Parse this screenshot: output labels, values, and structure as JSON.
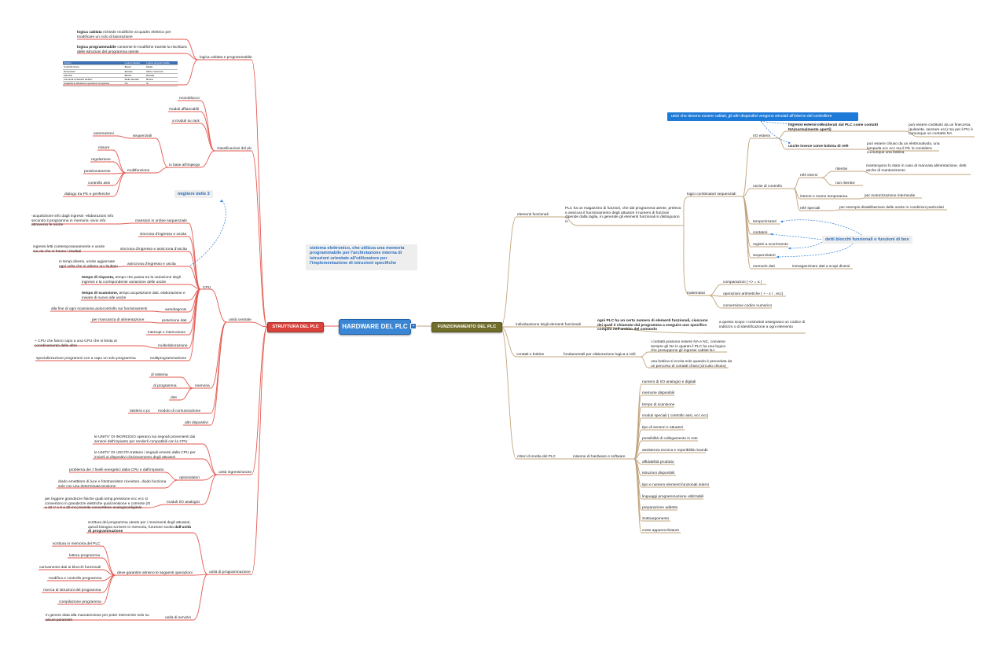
{
  "center": {
    "title": "HARDWARE DEL PLC",
    "toggle": "+"
  },
  "left_branch": {
    "title": "STRUTTURA DEL PLC",
    "logica": {
      "title": "logica cablata e programmabile",
      "cablata_bold": "logica cablata",
      "cablata_rest": " richiede modifiche al quadro elettrico per modificare un ciclo di lavorazione",
      "prog_bold": "logica programmabile",
      "prog_rest": " consente le modifiche tramite la riscrittura delle istruzioni del programma utente",
      "table": [
        [
          "Criterio",
          "Logica cablata",
          "Logica programmabile"
        ],
        [
          "Costo/funzione",
          "Basso",
          "Medio"
        ],
        [
          "Dimensioni",
          "Elevate",
          "Molto contenute"
        ],
        [
          "Velocità",
          "Bassa",
          "Elevata"
        ],
        [
          "Immunità ai disturbi elettrici",
          "Molto elevata",
          "Buona"
        ],
        [
          "Capacità di effettuare operazioni complesse",
          "No",
          "Sì"
        ]
      ]
    },
    "classificazioni": {
      "title": "classificazioni del plc",
      "monoblocco": "monoblocco",
      "affiancabili": "moduli affiancabili",
      "rack": "a moduli su rack",
      "impiego": "in base all'impiego",
      "sequenziali": "sequenziali",
      "automazioni": "automazioni",
      "multifunzione": "multifunzione",
      "misure": "misure",
      "regolazione": "regolazione",
      "posizionamento": "posizionamento",
      "controllo_assi": "controllo assi",
      "dialogo": "dialogo tra Plc e periferiche"
    },
    "migliore": "migliore delle 3",
    "unita_centrale": {
      "title": "unità centrale",
      "cpu": "CPU",
      "mansioni": "mansioni in ordine sequenziale",
      "mansioni_txt": "-acquisizione info dagli ingressi -elaborazioni info secondo il programma in memoria -invio info attraverso le uscite",
      "sincrona": "sincrona d'ingresso e uscita",
      "sincrona_asincrona": "sincrona d'ingresso e asincrona d'uscita",
      "sa_txt": "ingressi letti contemporaneamente e uscite via via che si hanno i risultati",
      "asincrona": "asincrona d'ingresso e uscita",
      "asinc_txt": "in tempi diversi, uscite aggiornate ogni volta che si ottiene un risultato",
      "risposta_bold": "tempo di risposta,",
      "risposta_rest": " tempo che passa tra la variazione degli ingressi e la corrispondente variazione delle uscite",
      "scansione_bold": "tempo di scansione,",
      "scansione_rest": " tempo acquisizione dati, elaborazione e inviare di nuovo alle uscite",
      "autodiagnosi": "autodiagnosi",
      "autodiagnosi_txt": "alla fine di ogni scansione,autocontrollo sui funzionamenti",
      "protezione": "protezione dati",
      "protezione_txt": "per mancanza di alimentazione",
      "interrupt": "interrupt o interruzione",
      "multielab": "multielaborazione",
      "multielab_txt": "+ CPU che fanno capo a una CPU che si limita al coordinamento delle altre",
      "multiprog": "multiprogrammazione",
      "multiprog_txt": "specializzazione programmi con a capo un solo programma",
      "memoria": "memoria",
      "di_sistema": "di sistema",
      "di_programma": "di programma",
      "dati": "dati",
      "comunicazione": "modulo di comunicazione",
      "tastiera": "tastiera o pc",
      "altri": "altri dispositivi"
    },
    "io": {
      "title": "unità ingressi/uscite",
      "ingresso_txt": "le UNITA' DI INGRESSO operano sui segnali provenienti dai sensori dell'impianto per renderli compatibili con la CPU",
      "uscita_txt": "le UNITA' DI USCITA trattano i segnali emessi dalla CPU per inviarli ai dispositivi d'azionamento degli attuatori",
      "optoisolatori": "optoisolatori",
      "problema_txt": "problema dei ≠ livelli energetici dalla CPU e dall'impianto",
      "diodo_txt": "diodo emettitore di luce e fototransistor ricevitore, diodo funziona solo con una determinata tensione",
      "analogici": "moduli I/O analogici",
      "analogici_txt": "per leggere grandezze fisiche quali temp,pressione ecc ecc si convertono in grandezze elettriche quali tensione e corrente (/0 a 10 V e 0 a 20 mA) tramite convertitore analogico/digitale"
    },
    "programmazione": {
      "title": "unità di programmazione",
      "scrittura_txt": "scrittura del programma utente per i movimenti degli attuatori, quindi bisogna scrivere in memoria, funzione svolta ",
      "scrittura_bold": "dall'unità di programmazione",
      "operazioni": "deve garantire almeno le seguenti operazioni",
      "op1": "scrittura in memoria del PLC",
      "op2": "lettura programma",
      "op3": "caricamento dati ai blocchi funzionali",
      "op4": "modifica e controllo programma",
      "op5": "ricerca di istruzioni del programma",
      "op6": "compilazione programma",
      "servizio": "unità di servizio",
      "servizio_txt": "in genere data alla manutenzione per poter intervenire solo su alcuni parametri"
    }
  },
  "callout": "sistema elettronico, che utilizza una memoria programmabile per l'archiviazione interna di istruzioni orientate all'utilizzatore per l'implementazione di istruzioni specifiche",
  "right_branch": {
    "title": "FUNZIONAMENTO DEL PLC",
    "elementi": {
      "title": "elementi funzionali",
      "txt": "PLC ha un magazzino di funzioni, che dal programma utente, preleva e assicura il funzionamento degli attuatori il numero di funzioni dipende dalla taglia, in generale gli elementi funzionali si distinguono in",
      "logici": "logici combinatori sequenziali",
      "io_esterni": "I/O esterni",
      "ingressi_bold": "ingressi esterni considerati dal PLC come contatti NA(normalmente aperti)",
      "ingressi_txt": "può essere costituito da un finecorsa, (pulsante, sensore ecc) ma per il PIc è comunque un contatto NA",
      "uscite_bold": "uscite invece come bobina di relè",
      "uscite_txt": "può essere chiuso da un elettrovalvola, una lampada ecc ecc ma il Plc lo considera comunque una bobina",
      "blue_box": "unici che devono essere cablati, gli altri dispositivi vengono simulati all'interno del controllore",
      "uscite_controllo": "uscite di controllo",
      "rele_interni": "relè interni",
      "ritentivi": "ritentivi",
      "ritentivi_txt": "mantengono lo stato in caso di mancata alimentazione, detti anche di mantenimento",
      "non_ritentivi": "non ritentivi",
      "interne": "interne e memo temporanea",
      "interne_txt": "per motorizzazione intermedie",
      "speciali": "relè speciali",
      "speciali_txt": "per esempio disabilitazione delle uscite in condizioni particolari",
      "temporizzatori": "temporizzatori",
      "contatori": "contatori",
      "registri": "registri a scorrimento",
      "sequenziatori": "sequenziatori",
      "blocchi": "detti blocchi funzionali o funzioni di box",
      "memorie_dati": "memorie dati",
      "memorie_txt": "immagazzinare dati a scopi diversi",
      "matematici": "matematici",
      "confronto": "comparazioni ( <> = ≤ )",
      "aritmetiche": "operazioni aritmetiche ( + - x / , ecc)",
      "conversione": "conversione codice numerico"
    },
    "individuazione": {
      "title": "individuazione degli elementi funzionali",
      "bold": "ogni PLC ha un certo numero di elementi funzionali, ciascuno dei quali è chiamato dal programma a eseguire uno specifico compito nell'ambito del comando",
      "txt": "a questo scopo i costruttori assegnano un codice di indirizzo o di identificazione a ogni elemento"
    },
    "contatti": {
      "title": "contatti e bobine",
      "fondamentali": "fondamentali per elaborazione logica a relè",
      "contatti_txt": "i contatti possono essere NA e NC, conviene sempre gli NA in quanto il PLC ha una logica che presuppone gli ingressi cablati NA",
      "bobina_txt": "una bobina si eccita solo quando è preceduta da un percorso di contatti chiusi (circuito chiuso)"
    },
    "criteri": {
      "title": "criteri di scelta del PLC",
      "insieme": "insieme di hardware e software",
      "items": [
        "numero di I/O analogici e digitali",
        "memorie disponibili",
        "tempo di scansione",
        "moduli speciali ( controllo assi, ecc ecc)",
        "tipo di sensori e attuatori",
        "possibilità di collegamento in rete",
        "assistenza tecnica e reperibilità ricambi",
        "affidabilità prodotto",
        "istruzioni disponibili",
        "tipo e numero elementi funzionali interni",
        "linguaggi programmazione utilizzabili",
        "preparazione addetto",
        "Sottoargomento",
        "costo apparecchiature"
      ]
    }
  },
  "colors": {
    "left_wire": "#e35a52",
    "right_wire": "#c2a57e",
    "center": "#3a86d4",
    "accent_blue": "#2a6fc0"
  }
}
